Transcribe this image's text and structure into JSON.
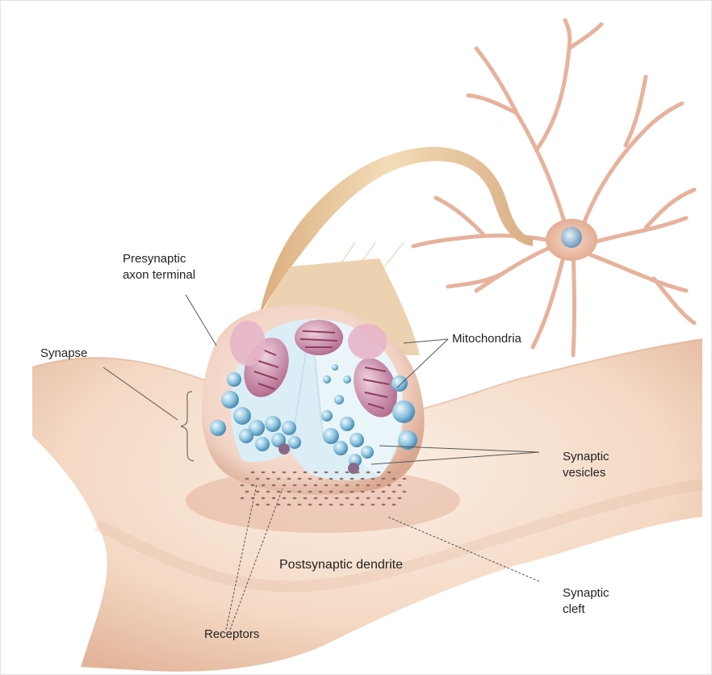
{
  "diagram": {
    "labels": {
      "presynaptic_line1": "Presynaptic",
      "presynaptic_line2": "axon terminal",
      "synapse": "Synapse",
      "mitochondria": "Mitochondria",
      "vesicles_line1": "Synaptic",
      "vesicles_line2": "vesicles",
      "postsynaptic": "Postsynaptic dendrite",
      "cleft_line1": "Synaptic",
      "cleft_line2": "cleft",
      "receptors": "Receptors"
    },
    "colors": {
      "dendrite": "#f4d9c4",
      "dendrite_shadow": "#e3b49a",
      "axon": "#e9c79c",
      "neuron": "#eec2ac",
      "neuron_nucleus": "#8fb2cf",
      "membrane": "#f2d4c5",
      "vesicle": "#8ec4df",
      "mitochondria": "#c6799a",
      "interior": "#dbeef6"
    }
  }
}
